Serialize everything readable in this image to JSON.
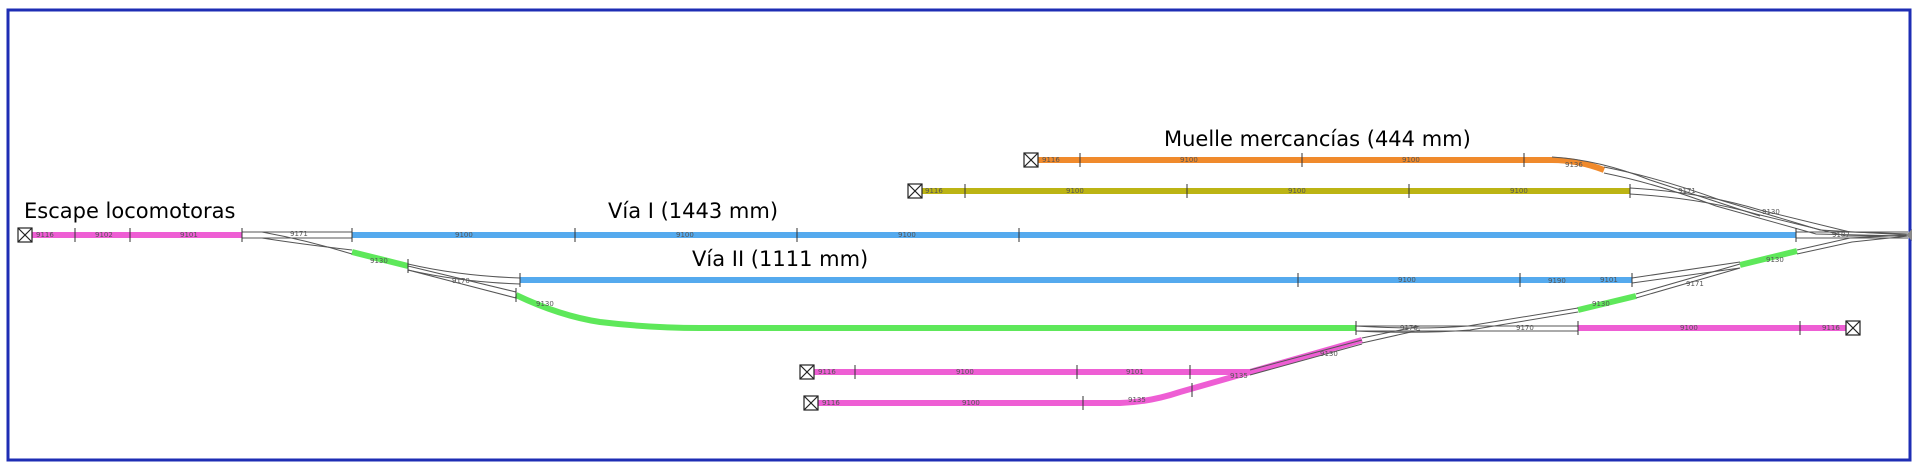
{
  "labels": {
    "escape": "Escape locomotoras",
    "via1": "Vía I (1443 mm)",
    "via2": "Vía II (1111 mm)",
    "muelle": "Muelle mercancías (444 mm)"
  },
  "colors": {
    "frame": "#1e2db4",
    "blue": "#55aaee",
    "green": "#5ee85a",
    "magenta": "#ee5ed4",
    "orange": "#f08a2c",
    "olive": "#bcb414",
    "rail": "#555555"
  },
  "track_codes": {
    "c9116": "9116",
    "c9100": "9100",
    "c9101": "9101",
    "c9102": "9102",
    "c9170": "9170",
    "c9171": "9171",
    "c9190": "9190",
    "c9187": "9187",
    "c9130": "9130",
    "c9135": "9135",
    "c9136": "9136"
  }
}
